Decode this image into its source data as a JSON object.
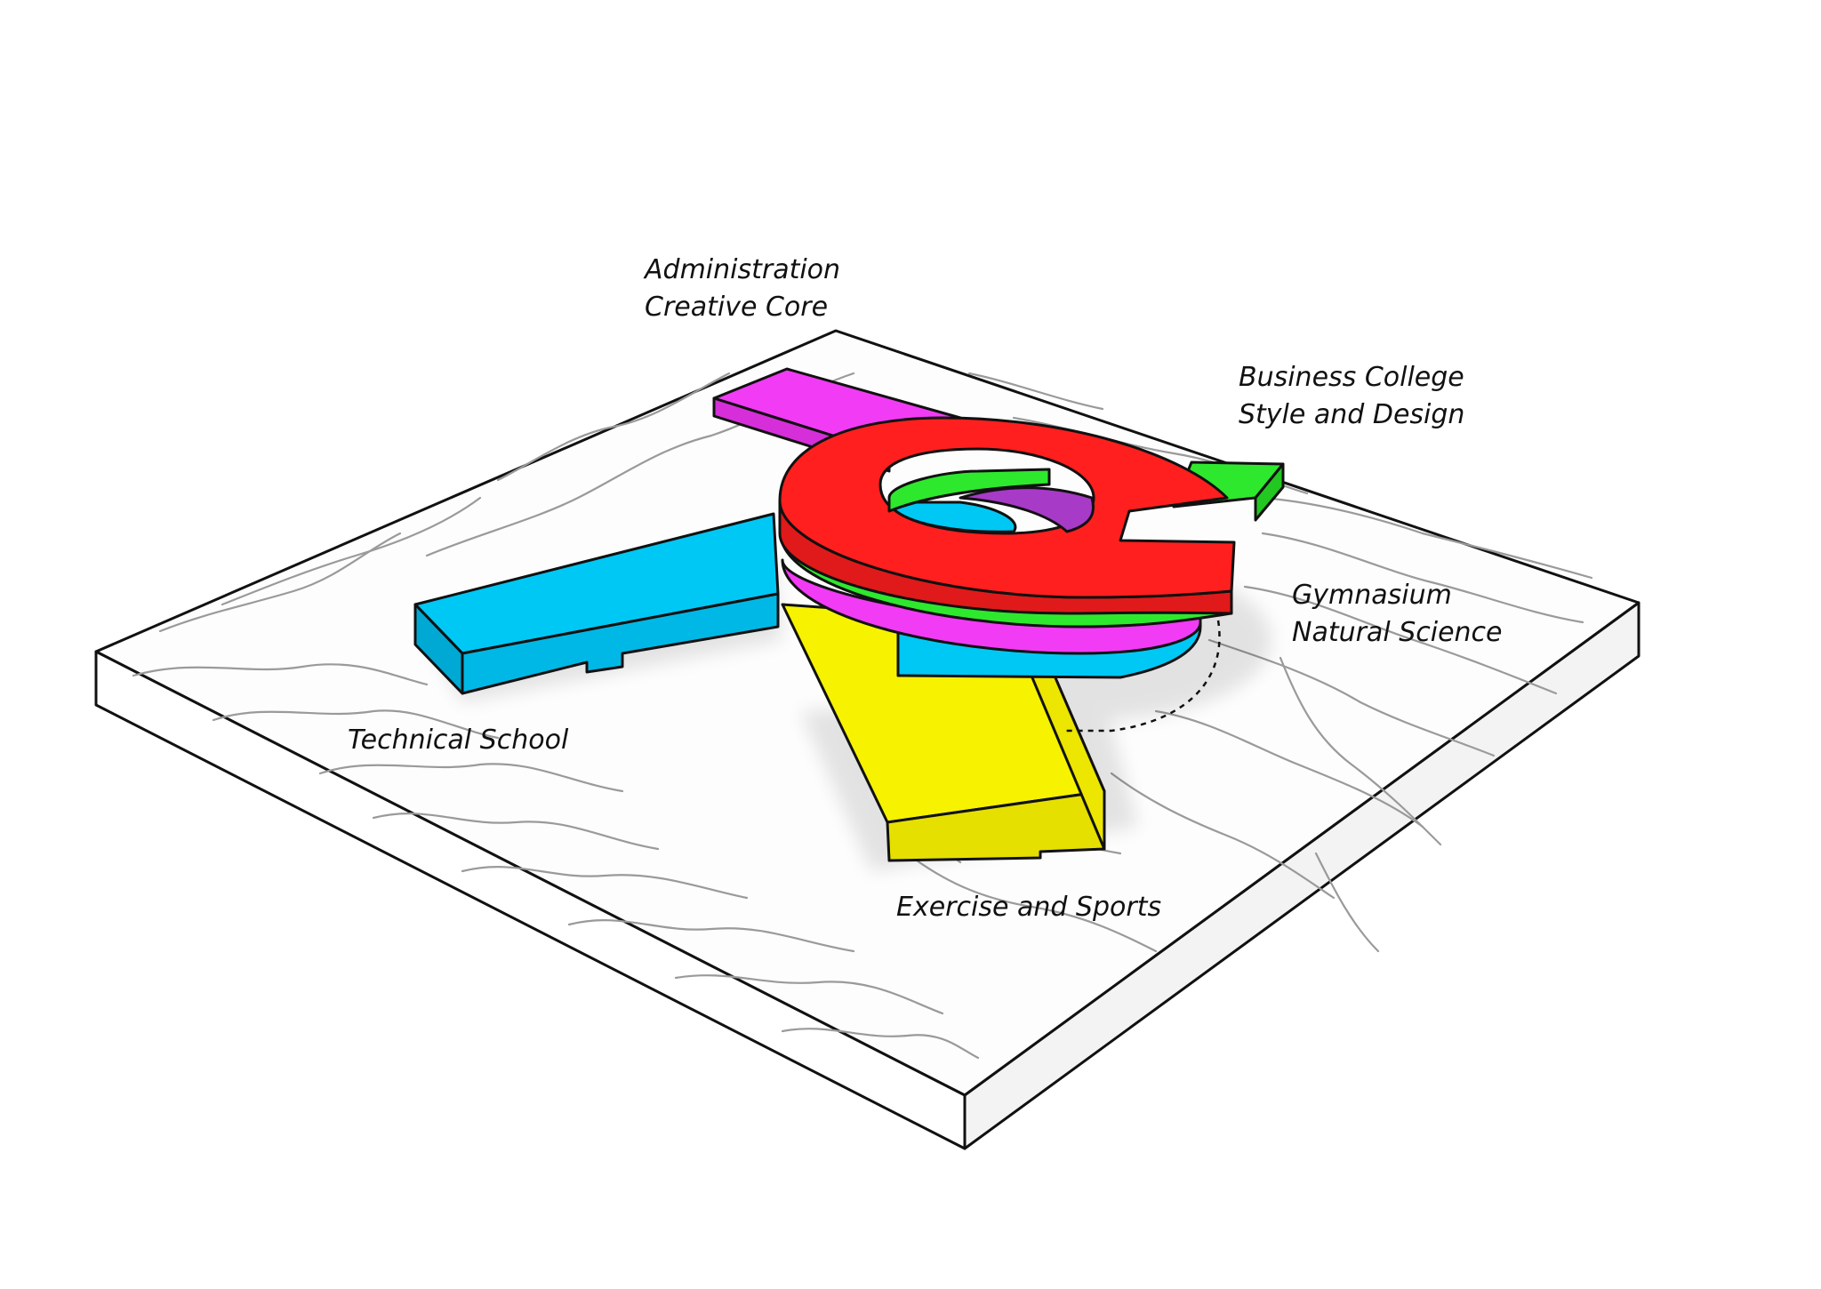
{
  "labels": {
    "admin": {
      "line1": "Administration",
      "line2": "Creative Core"
    },
    "business": {
      "line1": "Business College",
      "line2": "Style and Design"
    },
    "gym": {
      "line1": "Gymnasium",
      "line2": "Natural Science"
    },
    "technical": {
      "line1": "Technical School"
    },
    "exercise": {
      "line1": "Exercise and Sports"
    }
  },
  "colors": {
    "magenta": "#f23bf5",
    "red": "#ff1f1f",
    "green": "#2ee82e",
    "cyan": "#00c8f5",
    "yellow": "#f7f200",
    "outline": "#111111",
    "site": "#ffffff",
    "contour": "#9a9a9a"
  }
}
